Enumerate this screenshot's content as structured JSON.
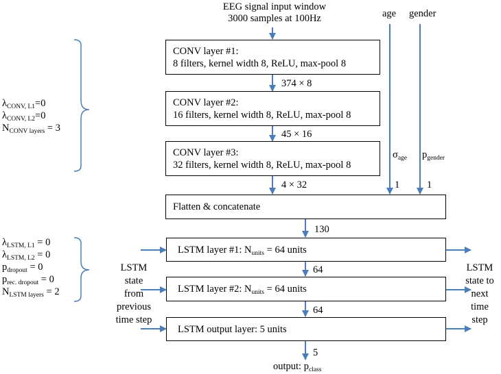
{
  "input": {
    "line1": "EEG signal input window",
    "line2": "3000 samples at 100Hz"
  },
  "side_inputs": {
    "age": "age",
    "gender": "gender"
  },
  "conv": [
    {
      "title": "CONV layer #1:",
      "desc": "8 filters, kernel width 8, ReLU, max-pool 8"
    },
    {
      "title": "CONV layer #2:",
      "desc": "16 filters, kernel width 8, ReLU, max-pool 8"
    },
    {
      "title": "CONV layer #3:",
      "desc": "32 filters, kernel width 8, ReLU, max-pool 8"
    }
  ],
  "dims": {
    "after_conv1": "374 × 8",
    "after_conv2": "45 × 16",
    "after_conv3": "4 × 32",
    "age_dim": "1",
    "gender_dim": "1",
    "after_flatten": "130",
    "after_lstm1": "64",
    "after_lstm2": "64",
    "output_dim": "5"
  },
  "sigma": {
    "base": "σ",
    "sub": "age"
  },
  "p_gender": {
    "base": "p",
    "sub": "gender"
  },
  "flatten": "Flatten & concatenate",
  "lstm": [
    {
      "prefix": "LSTM layer #1: N",
      "sub": "units",
      "suffix": " = 64 units"
    },
    {
      "prefix": "LSTM layer #2: N",
      "sub": "units",
      "suffix": " = 64 units"
    }
  ],
  "lstm_out": "LSTM output layer: 5 units",
  "output": {
    "prefix": "output: p",
    "sub": "class"
  },
  "conv_params": [
    {
      "base": "λ",
      "sub": "CONV, L1",
      "rest": "=0"
    },
    {
      "base": "λ",
      "sub": "CONV, L2",
      "rest": "=0"
    },
    {
      "base": "N",
      "sub": "CONV layers",
      "rest": " = 3"
    }
  ],
  "lstm_params": [
    {
      "base": "λ",
      "sub": "LSTM, L1",
      "rest": " = 0"
    },
    {
      "base": "λ",
      "sub": "LSTM, L2",
      "rest": " = 0"
    },
    {
      "base": "p",
      "sub": "dropout",
      "rest": " = 0"
    },
    {
      "base": "p",
      "sub": "rec. dropout",
      "rest": " = 0"
    },
    {
      "base": "N",
      "sub": "LSTM layers",
      "rest": " = 2"
    }
  ],
  "state_in": [
    "LSTM",
    "state",
    "from",
    "previous",
    "time step"
  ],
  "state_out": [
    "LSTM",
    "state to",
    "next",
    "time",
    "step"
  ],
  "colors": {
    "arrow": "#4a7ebb",
    "brace": "#4a7ebb"
  }
}
